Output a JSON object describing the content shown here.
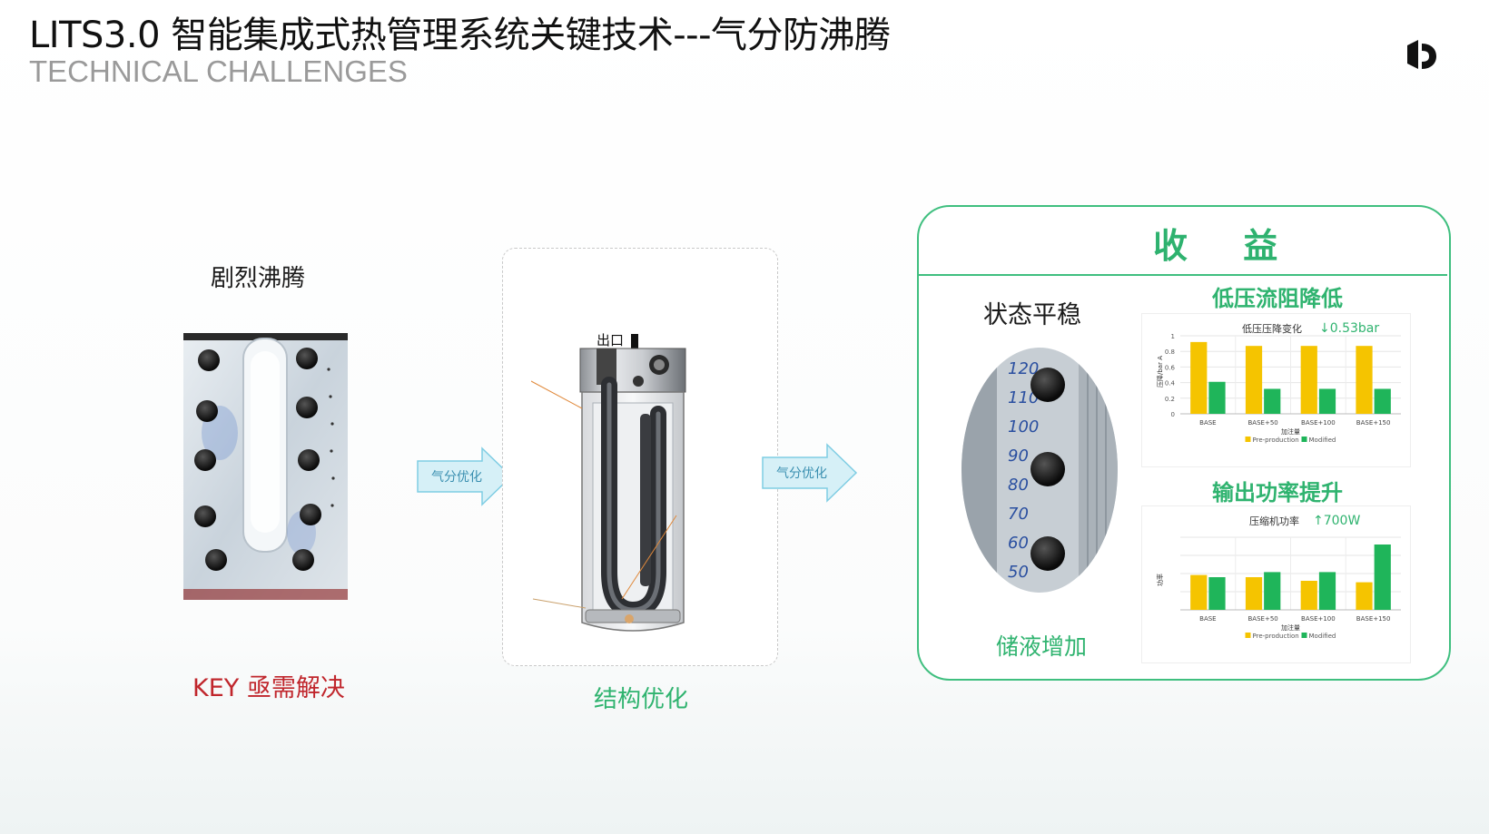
{
  "header": {
    "title": "LITS3.0 智能集成式热管理系统关键技术---气分防沸腾",
    "subtitle": "TECHNICAL CHALLENGES"
  },
  "left_panel": {
    "label": "剧烈沸腾",
    "key_label": "KEY 亟需解决"
  },
  "arrows": {
    "arrow1_label": "气分优化",
    "arrow2_label": "气分优化"
  },
  "middle_panel": {
    "outlet_label": "出口",
    "label": "结构优化"
  },
  "benefits": {
    "title": "收 益",
    "stable_label": "状态平稳",
    "storage_label": "储液增加",
    "sight_glass_marks": [
      "120",
      "110",
      "100",
      "90",
      "80",
      "70",
      "60",
      "50"
    ],
    "pressure_drop": {
      "heading": "低压流阻降低",
      "chart_title": "低压压降变化",
      "highlight": "↓0.53bar"
    },
    "power": {
      "heading": "输出功率提升",
      "chart_title": "压缩机功率",
      "highlight": "↑700W"
    }
  },
  "colors": {
    "accent_green": "#2fb36f",
    "key_red": "#c0262c",
    "bar_yellow": "#f5c400",
    "bar_green": "#1fb55a",
    "arrow_fill": "#d6f0f7"
  },
  "chart_data": [
    {
      "type": "bar",
      "categories": [
        "BASE",
        "BASE+50",
        "BASE+100",
        "BASE+150"
      ],
      "series": [
        {
          "name": "Pre-production",
          "values": [
            0.92,
            0.87,
            0.87,
            0.87
          ]
        },
        {
          "name": "Modified",
          "values": [
            0.41,
            0.32,
            0.32,
            0.32
          ]
        }
      ],
      "ylabel": "压降/bar A",
      "xlabel": "加注量",
      "ylim": [
        0,
        1
      ],
      "yticks": [
        "0",
        "0.2",
        "0.4",
        "0.6",
        "0.8",
        "1"
      ],
      "legend": "bottom"
    },
    {
      "type": "bar",
      "categories": [
        "BASE",
        "BASE+50",
        "BASE+100",
        "BASE+150"
      ],
      "series": [
        {
          "name": "Pre-production",
          "values": [
            0.48,
            0.45,
            0.4,
            0.38
          ]
        },
        {
          "name": "Modified",
          "values": [
            0.45,
            0.52,
            0.52,
            0.9
          ]
        }
      ],
      "ylabel": "功率",
      "xlabel": "加注量",
      "ylim": [
        0,
        1
      ],
      "yticks": [],
      "legend": "bottom"
    }
  ]
}
